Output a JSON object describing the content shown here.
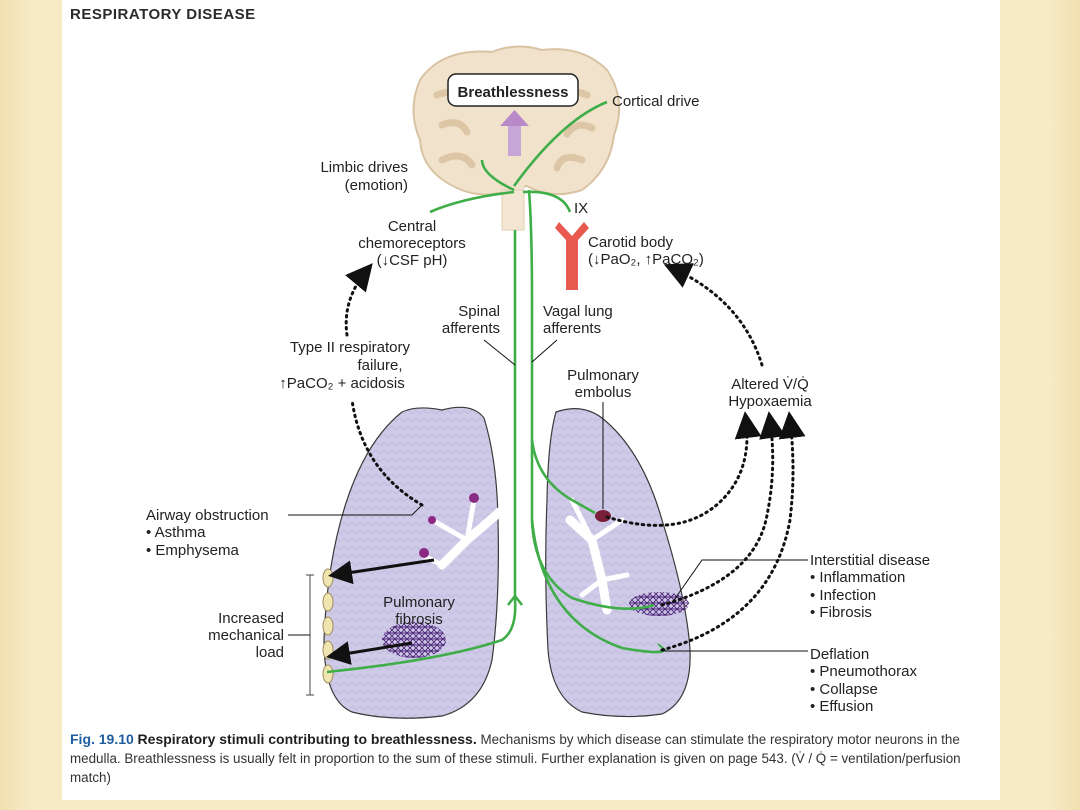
{
  "header": {
    "title": "RESPIRATORY DISEASE"
  },
  "diagram": {
    "brain_box": "Breathlessness",
    "cortical_drive": "Cortical drive",
    "limbic": [
      "Limbic drives",
      "(emotion)"
    ],
    "central_chemo": [
      "Central",
      "chemoreceptors",
      "(↓CSF pH)"
    ],
    "nerve_ix": "IX",
    "carotid": [
      "Carotid body",
      "(↓PaO₂, ↑PaCO₂)"
    ],
    "spinal": [
      "Spinal",
      "afferents"
    ],
    "vagal": [
      "Vagal lung",
      "afferents"
    ],
    "type2": [
      "Type II respiratory",
      "failure,",
      "↑PaCO₂ + acidosis"
    ],
    "embolus": [
      "Pulmonary",
      "embolus"
    ],
    "altered": [
      "Altered V̇/Q̇",
      "Hypoxaemia"
    ],
    "airway": [
      "Airway obstruction",
      "• Asthma",
      "• Emphysema"
    ],
    "mech_load": [
      "Increased",
      "mechanical",
      "load"
    ],
    "fibrosis": [
      "Pulmonary",
      "fibrosis"
    ],
    "interstitial": [
      "Interstitial disease",
      "• Inflammation",
      "• Infection",
      "• Fibrosis"
    ],
    "deflation": [
      "Deflation",
      "• Pneumothorax",
      "• Collapse",
      "• Effusion"
    ]
  },
  "caption": {
    "fig_num": "Fig. 19.10",
    "fig_title": "Respiratory stimuli contributing to breathlessness.",
    "text": " Mechanisms by which disease can stimulate the respiratory motor neurons in the medulla. Breathlessness is usually felt in proportion to the sum of these stimuli. Further explanation is given on page 543. (V̇ / Q̇  = ventilation/perfusion match)"
  },
  "colors": {
    "lung_fill": "#cdc8e6",
    "nerve_green": "#3fae49",
    "carotid_red": "#e85a4f",
    "brain_fill": "#f1e2cc",
    "fibrosis_purple": "#5a2d82",
    "arrow_purple": "#b98ac9"
  }
}
